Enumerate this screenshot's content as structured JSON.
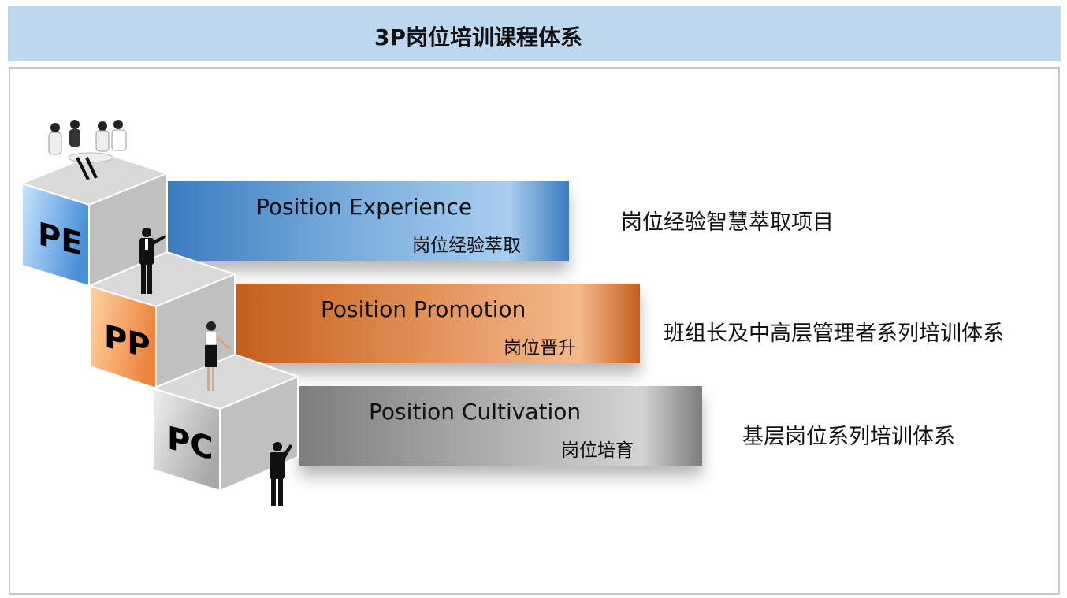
{
  "header": {
    "title": "3P岗位培训课程体系"
  },
  "levels": [
    {
      "code": "PE",
      "english": "Position Experience",
      "chinese": "岗位经验萃取",
      "description": "岗位经验智慧萃取项目",
      "color": "#3a7cc0"
    },
    {
      "code": "PP",
      "english": "Position Promotion",
      "chinese": "岗位晋升",
      "description": "班组长及中高层管理者系列培训体系",
      "color": "#c45f1c"
    },
    {
      "code": "PC",
      "english": "Position Cultivation",
      "chinese": "岗位培育",
      "description": "基层岗位系列培训体系",
      "color": "#7d7d7d"
    }
  ]
}
